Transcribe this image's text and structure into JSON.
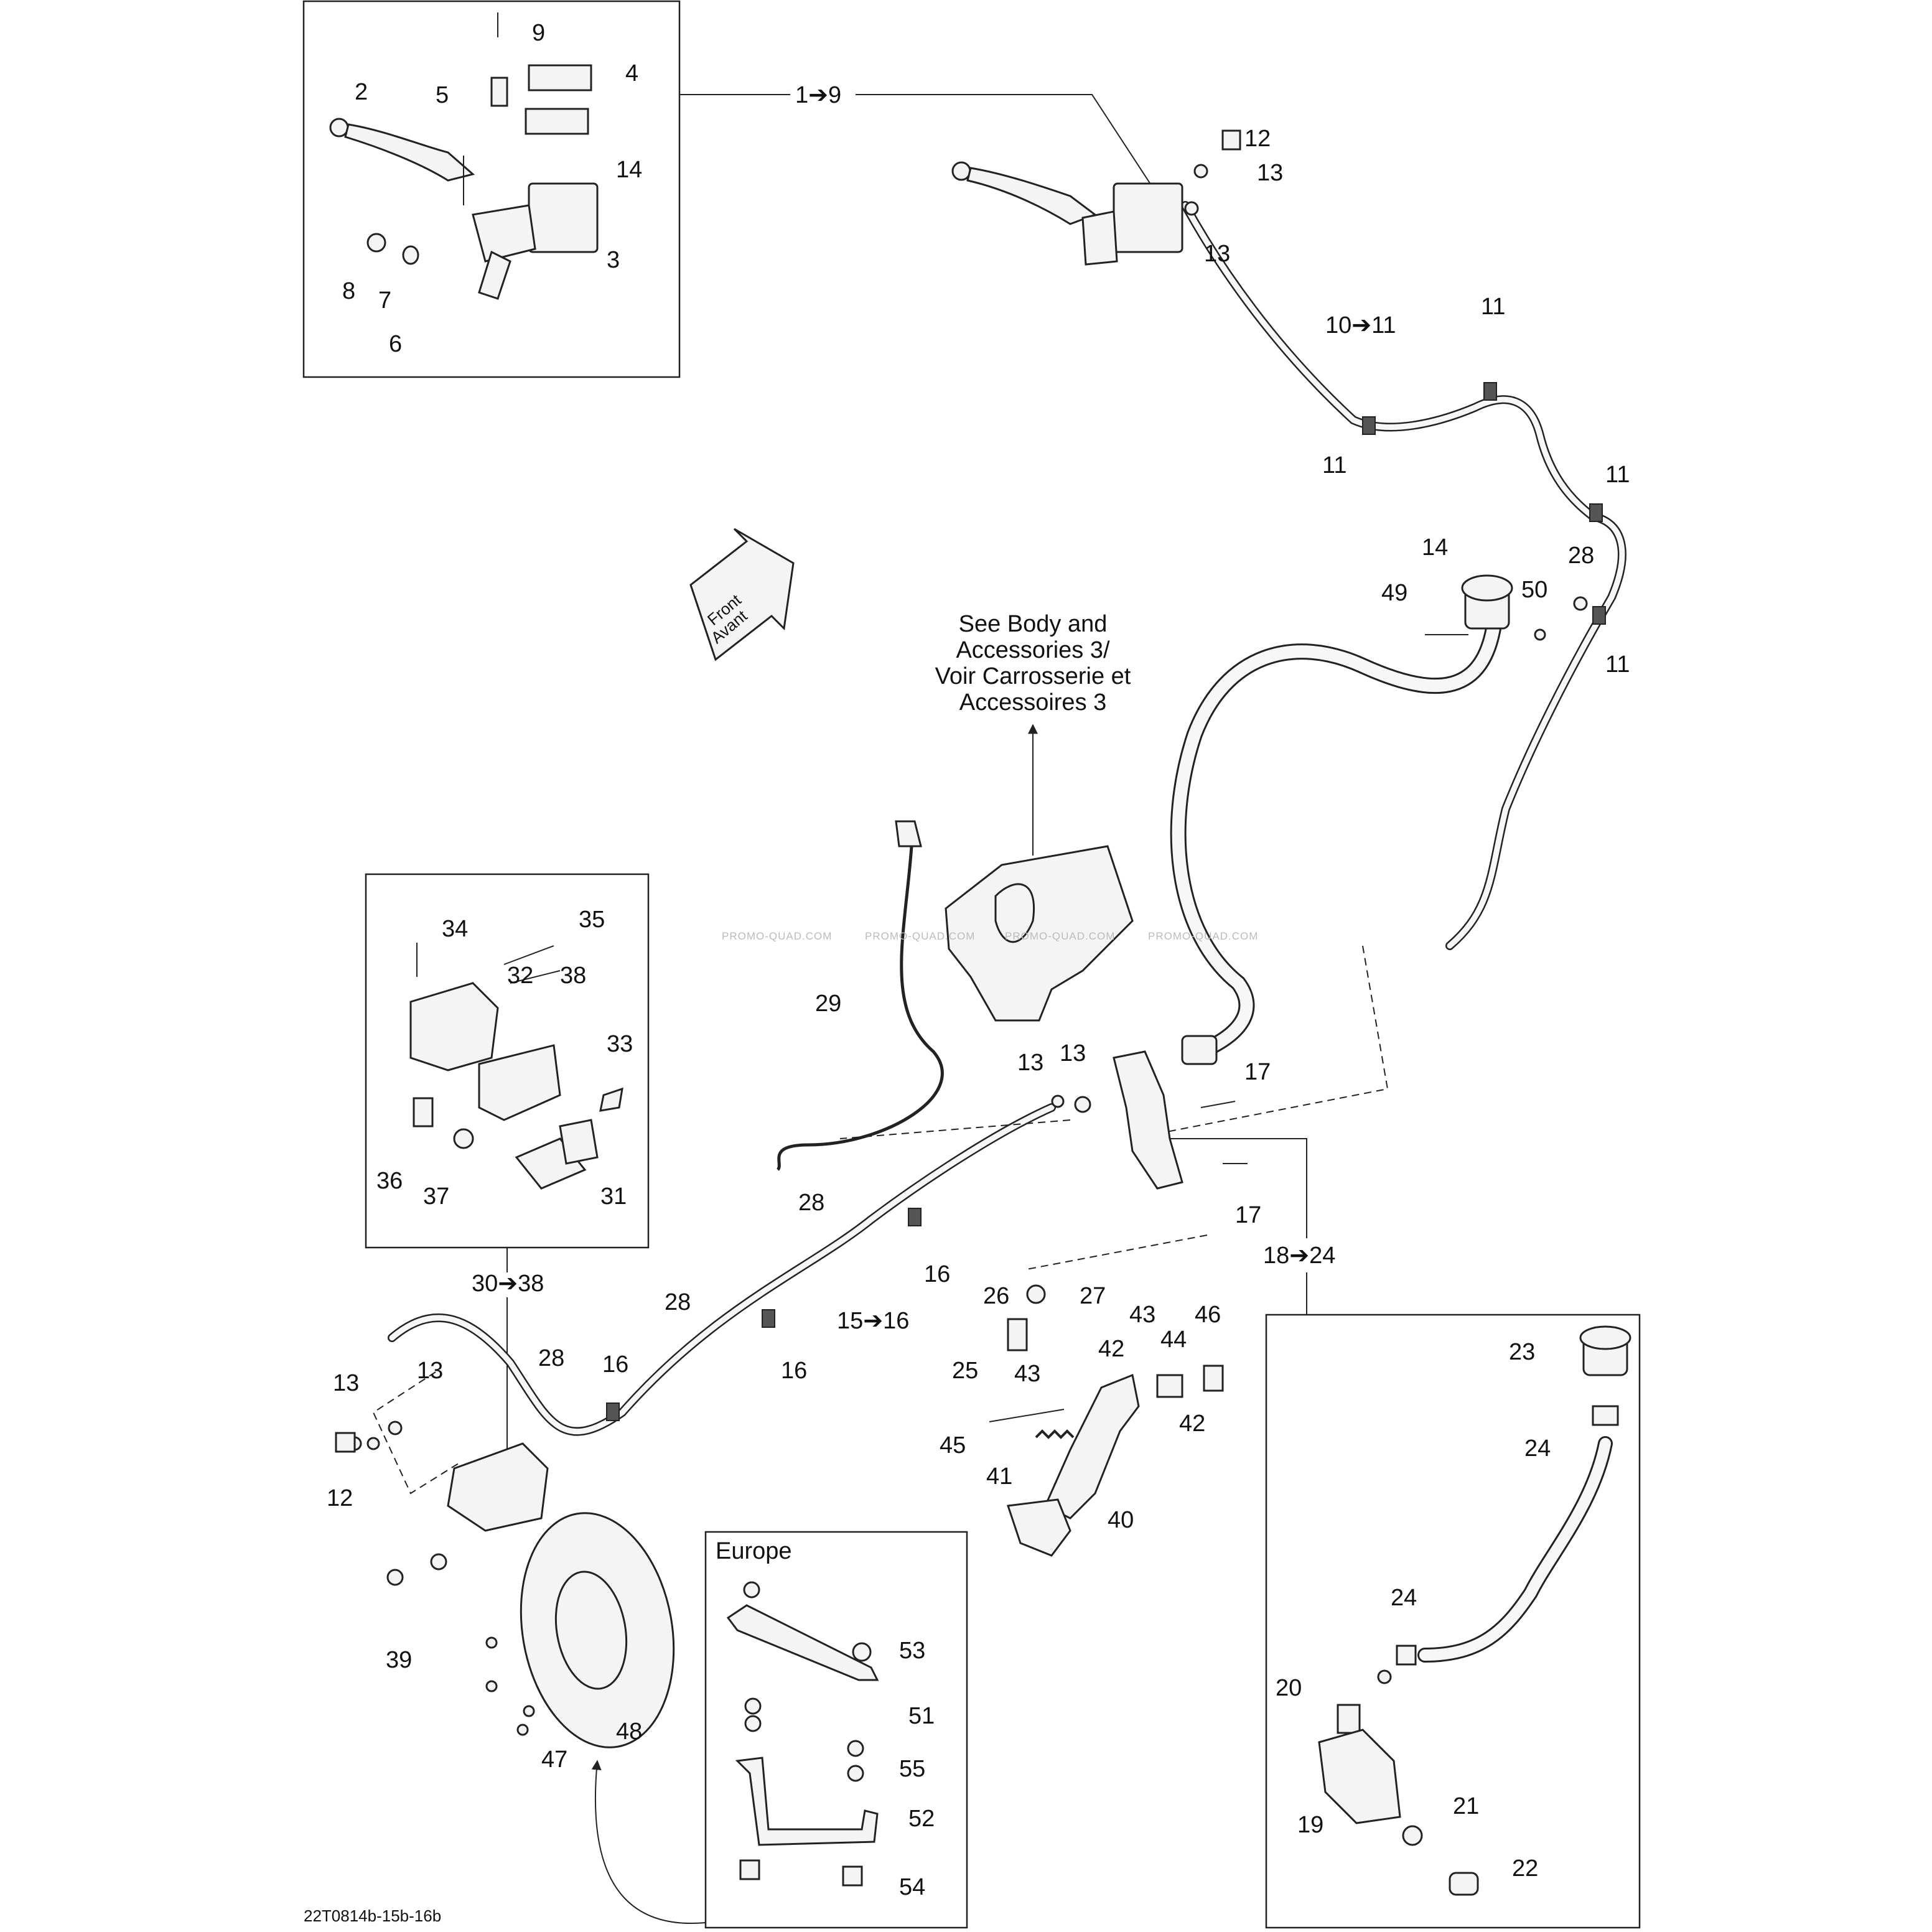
{
  "diagram": {
    "callouts": [
      {
        "id": "c9",
        "text": "9"
      },
      {
        "id": "c4",
        "text": "4"
      },
      {
        "id": "c2",
        "text": "2"
      },
      {
        "id": "c5",
        "text": "5"
      },
      {
        "id": "c14a",
        "text": "14"
      },
      {
        "id": "c3",
        "text": "3"
      },
      {
        "id": "c8",
        "text": "8"
      },
      {
        "id": "c7",
        "text": "7"
      },
      {
        "id": "c6",
        "text": "6"
      },
      {
        "id": "c1to9",
        "text": "1➔9"
      },
      {
        "id": "c12a",
        "text": "12"
      },
      {
        "id": "c13a",
        "text": "13"
      },
      {
        "id": "c13b",
        "text": "13"
      },
      {
        "id": "c10to11",
        "text": "10➔11"
      },
      {
        "id": "c11a",
        "text": "11"
      },
      {
        "id": "c11b",
        "text": "11"
      },
      {
        "id": "c11c",
        "text": "11"
      },
      {
        "id": "c11d",
        "text": "11"
      },
      {
        "id": "c14b",
        "text": "14"
      },
      {
        "id": "c49",
        "text": "49"
      },
      {
        "id": "c50",
        "text": "50"
      },
      {
        "id": "c28a",
        "text": "28"
      },
      {
        "id": "c34",
        "text": "34"
      },
      {
        "id": "c35",
        "text": "35"
      },
      {
        "id": "c32",
        "text": "32"
      },
      {
        "id": "c38",
        "text": "38"
      },
      {
        "id": "c33",
        "text": "33"
      },
      {
        "id": "c36",
        "text": "36"
      },
      {
        "id": "c37",
        "text": "37"
      },
      {
        "id": "c31",
        "text": "31"
      },
      {
        "id": "c29",
        "text": "29"
      },
      {
        "id": "c13c",
        "text": "13"
      },
      {
        "id": "c13d",
        "text": "13"
      },
      {
        "id": "c17a",
        "text": "17"
      },
      {
        "id": "c17b",
        "text": "17"
      },
      {
        "id": "c28b",
        "text": "28"
      },
      {
        "id": "c16a",
        "text": "16"
      },
      {
        "id": "c18to24",
        "text": "18➔24"
      },
      {
        "id": "c30to38",
        "text": "30➔38"
      },
      {
        "id": "c28c",
        "text": "28"
      },
      {
        "id": "c15to16",
        "text": "15➔16"
      },
      {
        "id": "c16b",
        "text": "16"
      },
      {
        "id": "c26",
        "text": "26"
      },
      {
        "id": "c27",
        "text": "27"
      },
      {
        "id": "c43a",
        "text": "43"
      },
      {
        "id": "c46",
        "text": "46"
      },
      {
        "id": "c44",
        "text": "44"
      },
      {
        "id": "c42a",
        "text": "42"
      },
      {
        "id": "c25",
        "text": "25"
      },
      {
        "id": "c43b",
        "text": "43"
      },
      {
        "id": "c42b",
        "text": "42"
      },
      {
        "id": "c45",
        "text": "45"
      },
      {
        "id": "c41",
        "text": "41"
      },
      {
        "id": "c40",
        "text": "40"
      },
      {
        "id": "c28d",
        "text": "28"
      },
      {
        "id": "c16c",
        "text": "16"
      },
      {
        "id": "c13e",
        "text": "13"
      },
      {
        "id": "c13f",
        "text": "13"
      },
      {
        "id": "c12b",
        "text": "12"
      },
      {
        "id": "c39",
        "text": "39"
      },
      {
        "id": "c47",
        "text": "47"
      },
      {
        "id": "c48",
        "text": "48"
      },
      {
        "id": "c53",
        "text": "53"
      },
      {
        "id": "c51",
        "text": "51"
      },
      {
        "id": "c55",
        "text": "55"
      },
      {
        "id": "c52",
        "text": "52"
      },
      {
        "id": "c54",
        "text": "54"
      },
      {
        "id": "c23",
        "text": "23"
      },
      {
        "id": "c24a",
        "text": "24"
      },
      {
        "id": "c24b",
        "text": "24"
      },
      {
        "id": "c20",
        "text": "20"
      },
      {
        "id": "c21",
        "text": "21"
      },
      {
        "id": "c19",
        "text": "19"
      },
      {
        "id": "c22",
        "text": "22"
      }
    ],
    "front_arrow": {
      "line1": "Front",
      "line2": "Avant"
    },
    "reference_note": {
      "line1": "See Body and",
      "line2": "Accessories 3/",
      "line3": "Voir Carrosserie et",
      "line4": "Accessoires 3"
    },
    "europe_label": "Europe",
    "drawing_code": "22T0814b-15b-16b",
    "watermark": "PROMO-QUAD.COM"
  }
}
